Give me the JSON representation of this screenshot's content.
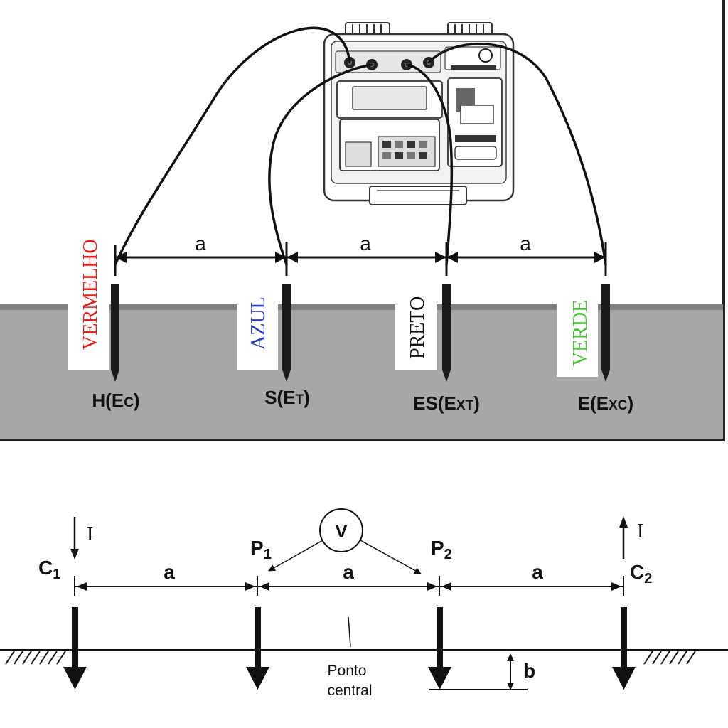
{
  "top_diagram": {
    "spacing_labels": [
      "a",
      "a",
      "a"
    ],
    "electrodes": [
      {
        "color_name": "VERMELHO",
        "color": "#e0201c",
        "terminal_main": "H(E",
        "terminal_sub": "C",
        "terminal_end": ")"
      },
      {
        "color_name": "AZUL",
        "color": "#2b3fb0",
        "terminal_main": "S(E",
        "terminal_sub": "T",
        "terminal_end": ")"
      },
      {
        "color_name": "PRETO",
        "color": "#111111",
        "terminal_main": "ES(E",
        "terminal_sub": "XT",
        "terminal_end": ")"
      },
      {
        "color_name": "VERDE",
        "color": "#4cc23a",
        "terminal_main": "E(E",
        "terminal_sub": "XC",
        "terminal_end": ")"
      }
    ]
  },
  "bottom_diagram": {
    "current_label": "I",
    "voltmeter_label": "V",
    "spacing_labels": [
      "a",
      "a",
      "a"
    ],
    "c1": {
      "main": "C",
      "sub": "1"
    },
    "c2": {
      "main": "C",
      "sub": "2"
    },
    "p1": {
      "main": "P",
      "sub": "1"
    },
    "p2": {
      "main": "P",
      "sub": "2"
    },
    "depth_label": "b",
    "center_label_line1": "Ponto",
    "center_label_line2": "central"
  },
  "icons": [
    "earth-tester-device-icon",
    "ground-hatch-icon"
  ]
}
